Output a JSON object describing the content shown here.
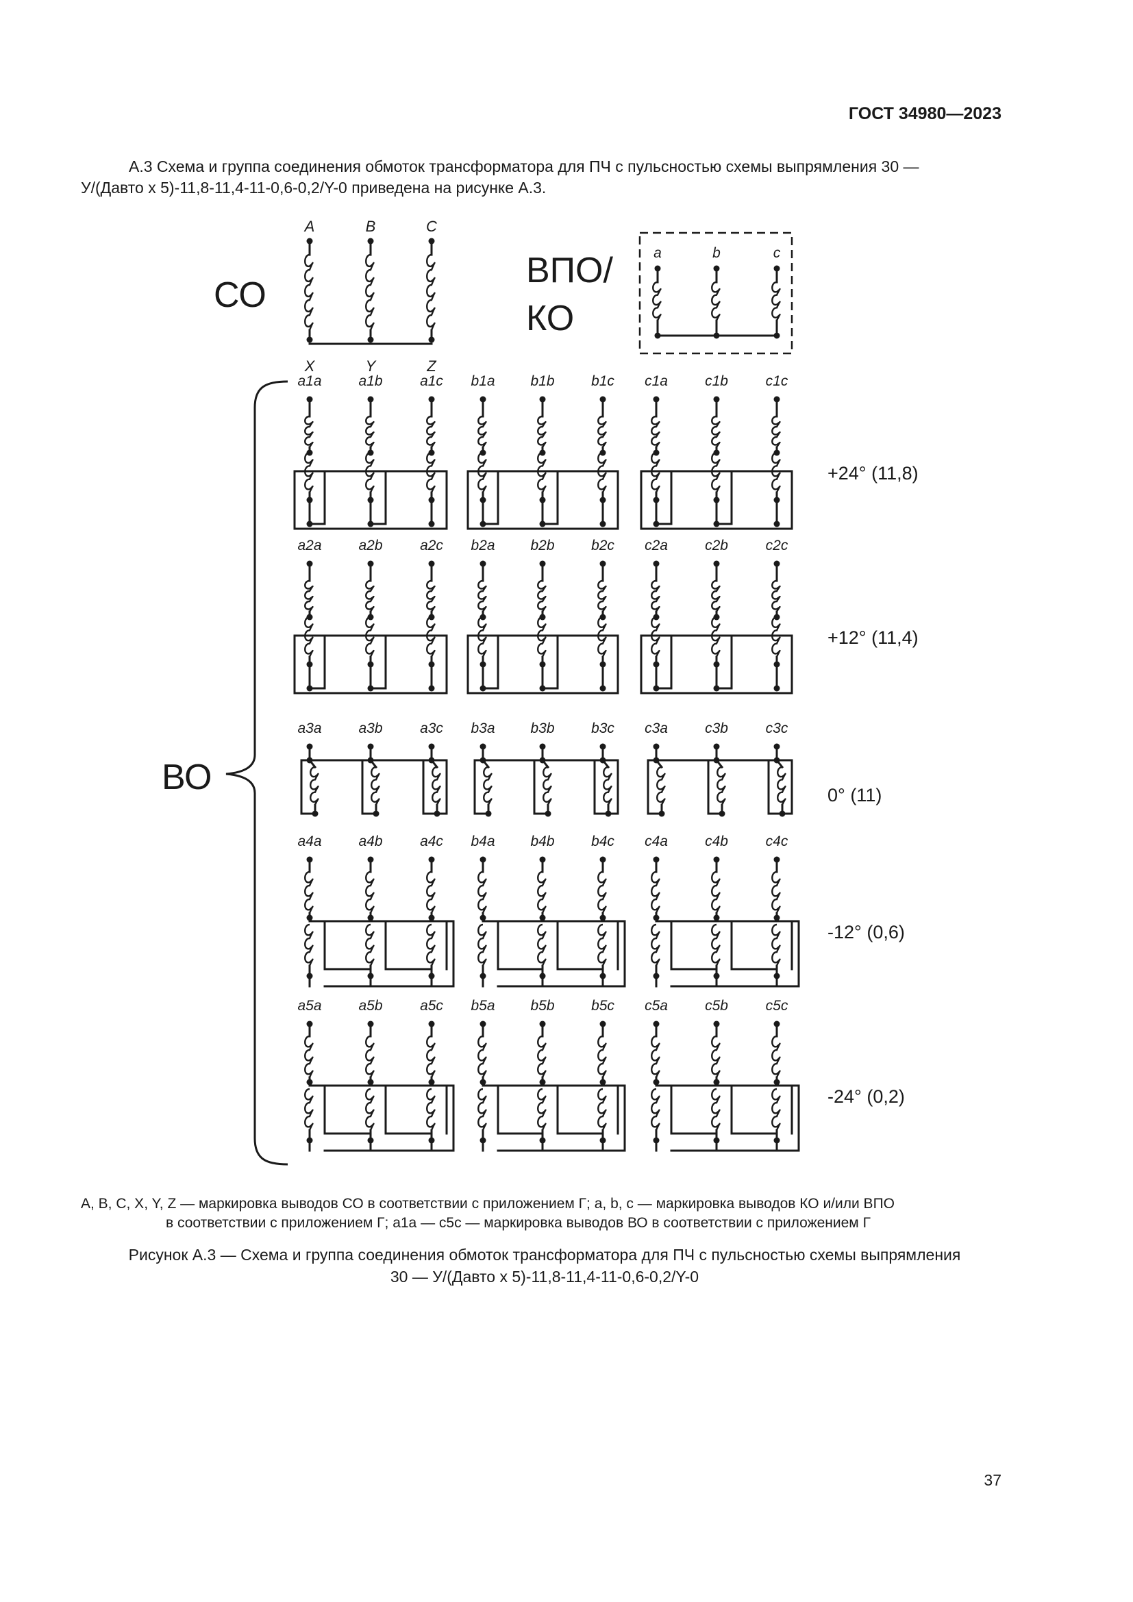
{
  "header": {
    "standard": "ГОСТ 34980—2023"
  },
  "intro": {
    "line1": "А.3  Схема и группа соединения обмоток трансформатора для ПЧ с пульсностью схемы выпрямления 30 —",
    "line2": "У/(Давто x 5)-11,8-11,4-11-0,6-0,2/Y-0 приведена на рисунке А.3."
  },
  "diagram": {
    "co_label": "СО",
    "vpo_label_1": "ВПО/",
    "vpo_label_2": "КО",
    "vo_label": "ВО",
    "co_top_terminals": [
      "A",
      "B",
      "C"
    ],
    "co_bottom_terminals": [
      "X",
      "Y",
      "Z"
    ],
    "vpo_terminals": [
      "a",
      "b",
      "c"
    ],
    "rows": [
      {
        "labels": [
          "a1a",
          "a1b",
          "a1c",
          "b1a",
          "b1b",
          "b1c",
          "c1a",
          "c1b",
          "c1c"
        ],
        "phase": "+24° (11,8)"
      },
      {
        "labels": [
          "a2a",
          "a2b",
          "a2c",
          "b2a",
          "b2b",
          "b2c",
          "c2a",
          "c2b",
          "c2c"
        ],
        "phase": "+12° (11,4)"
      },
      {
        "labels": [
          "a3a",
          "a3b",
          "a3c",
          "b3a",
          "b3b",
          "b3c",
          "c3a",
          "c3b",
          "c3c"
        ],
        "phase": "0° (11)"
      },
      {
        "labels": [
          "a4a",
          "a4b",
          "a4c",
          "b4a",
          "b4b",
          "b4c",
          "c4a",
          "c4b",
          "c4c"
        ],
        "phase": "-12° (0,6)"
      },
      {
        "labels": [
          "a5a",
          "a5b",
          "a5c",
          "b5a",
          "b5b",
          "b5c",
          "c5a",
          "c5b",
          "c5c"
        ],
        "phase": "-24° (0,2)"
      }
    ]
  },
  "caption_note": {
    "line1": "A, B, C, X, Y, Z — маркировка выводов СО в соответствии с приложением Г; a, b, c — маркировка выводов КО и/или ВПО",
    "line2": "в  соответствии с приложением Г; а1а — с5с — маркировка выводов ВО в соответствии с приложением Г"
  },
  "figure_title": {
    "line1": "Рисунок А.3 — Схема и группа соединения обмоток трансформатора для ПЧ с пульсностью схемы выпрямления",
    "line2": "30 — У/(Давто x 5)-11,8-11,4-11-0,6-0,2/Y-0"
  },
  "page_number": "37"
}
